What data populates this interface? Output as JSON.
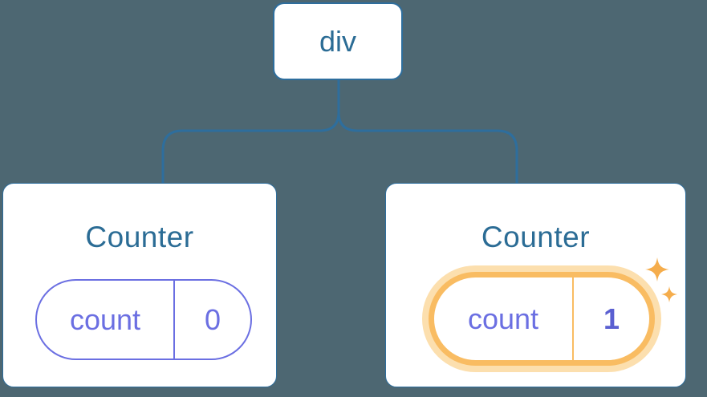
{
  "diagram": {
    "root": {
      "label": "div"
    },
    "children": [
      {
        "title": "Counter",
        "state": {
          "key": "count",
          "value": "0"
        },
        "highlighted": false
      },
      {
        "title": "Counter",
        "state": {
          "key": "count",
          "value": "1"
        },
        "highlighted": true
      }
    ]
  },
  "colors": {
    "background": "#4D6772",
    "node-bg": "#FFFFFF",
    "line-blue": "#2E6E9D",
    "title-blue": "#2B6C95",
    "state-purple": "#6B6FE2",
    "state-purple-bold": "#5A5FD1",
    "highlight-orange": "#F9BC62",
    "highlight-glow": "#FCDFAE",
    "sparkle-orange": "#F5AD4C"
  }
}
